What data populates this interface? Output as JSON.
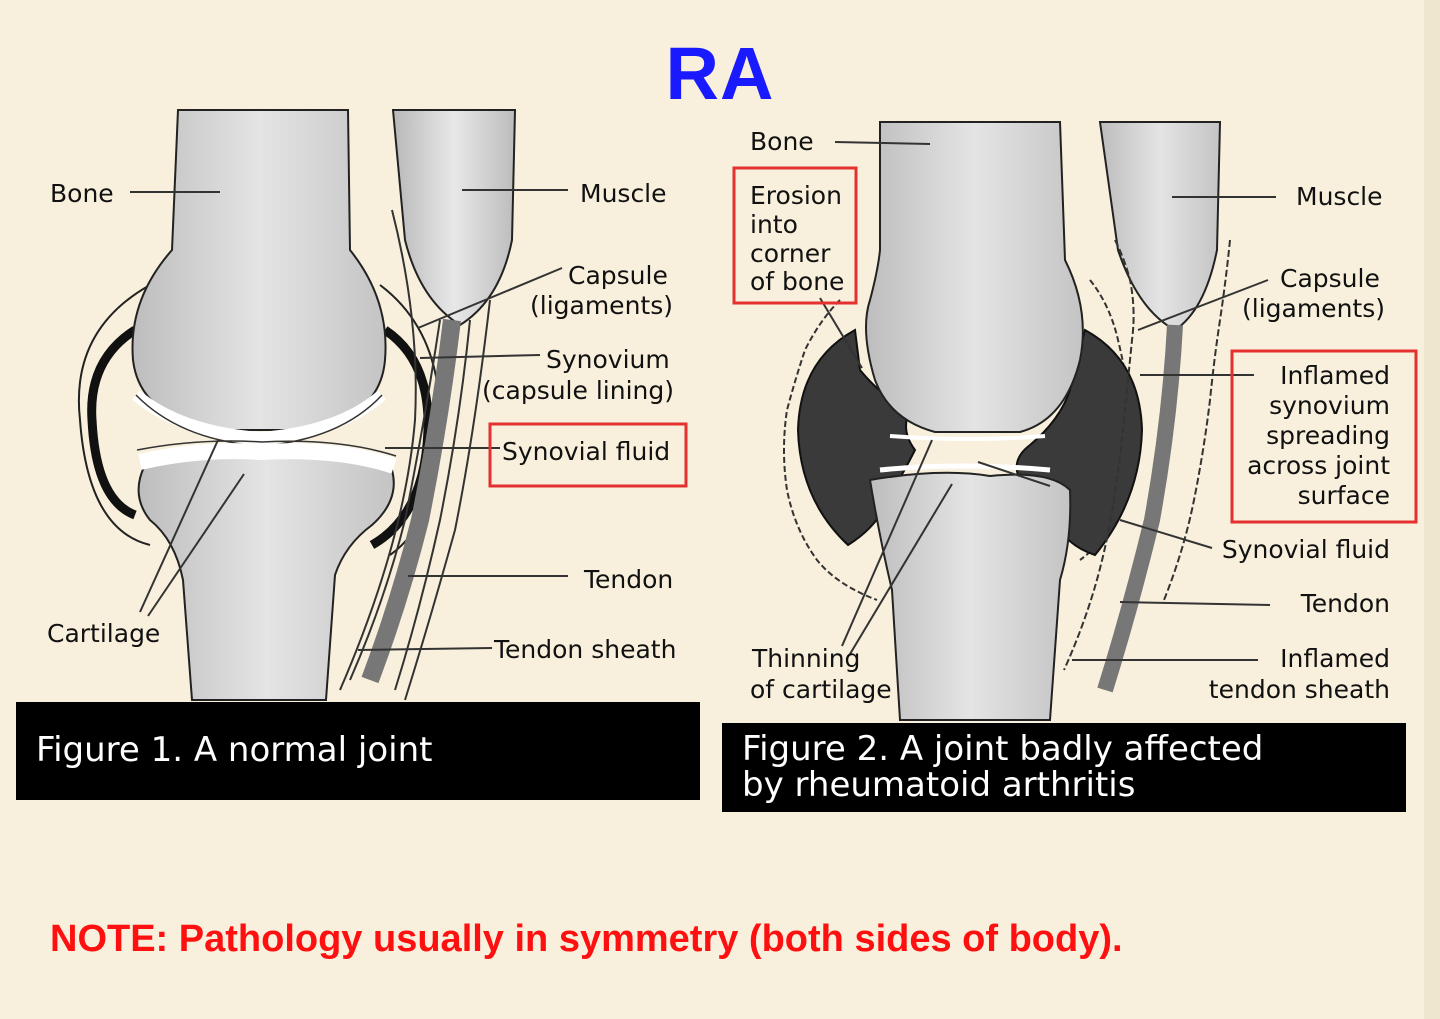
{
  "title": "RA",
  "figure1": {
    "caption": "Figure 1. A normal joint",
    "labels": {
      "bone": "Bone",
      "muscle": "Muscle",
      "capsule": "Capsule",
      "capsule_sub": "(ligaments)",
      "synovium": "Synovium",
      "synovium_sub": "(capsule lining)",
      "synovial_fluid": "Synovial fluid",
      "tendon": "Tendon",
      "tendon_sheath": "Tendon sheath",
      "cartilage": "Cartilage"
    }
  },
  "figure2": {
    "caption_line1": "Figure 2. A joint badly affected",
    "caption_line2": "by rheumatoid arthritis",
    "labels": {
      "bone": "Bone",
      "erosion_1": "Erosion",
      "erosion_2": "into",
      "erosion_3": "corner",
      "erosion_4": "of bone",
      "muscle": "Muscle",
      "capsule": "Capsule",
      "capsule_sub": "(ligaments)",
      "inflamed_1": "Inflamed",
      "inflamed_2": "synovium",
      "inflamed_3": "spreading",
      "inflamed_4": "across joint",
      "inflamed_5": "surface",
      "synovial_fluid": "Synovial fluid",
      "tendon": "Tendon",
      "inflamed_sheath_1": "Inflamed",
      "inflamed_sheath_2": "tendon sheath",
      "thinning_1": "Thinning",
      "thinning_2": "of cartilage"
    }
  },
  "note": "NOTE:  Pathology usually in symmetry (both sides of body).",
  "colors": {
    "background": "#f8f0dc",
    "title": "#1a1aff",
    "note": "#ff1010",
    "highlight_box": "#e53030",
    "bone_fill": "#d8d8d8",
    "inflamed_fill": "#3a3a3a"
  }
}
